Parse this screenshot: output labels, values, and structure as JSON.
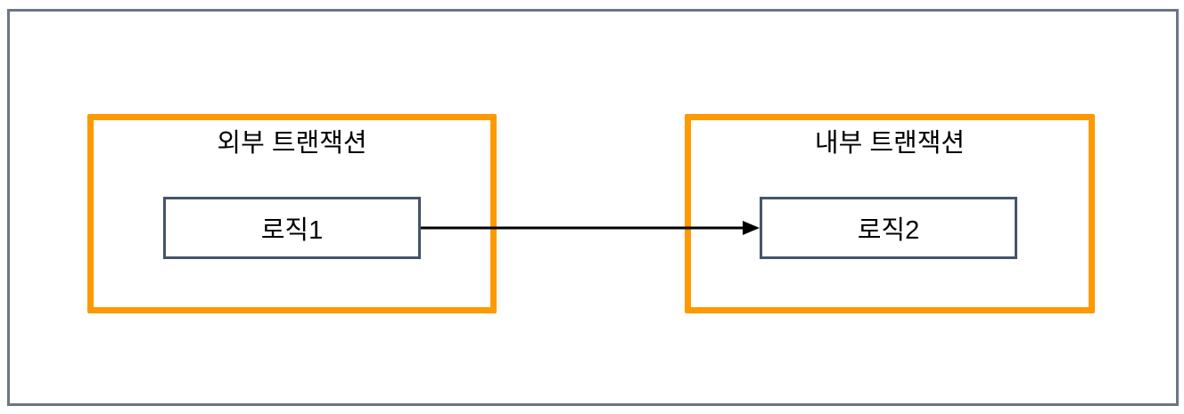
{
  "diagram": {
    "groups": [
      {
        "title": "외부 트랜잭션",
        "node_label": "로직1"
      },
      {
        "title": "내부 트랜잭션",
        "node_label": "로직2"
      }
    ],
    "arrow": {
      "from": "로직1",
      "to": "로직2",
      "direction": "right"
    },
    "colors": {
      "group-border": "#FF9900",
      "node-border": "#44546A",
      "frame-border": "#6B7685",
      "arrow": "#000000",
      "text": "#000000",
      "bg": "#FFFFFF"
    }
  }
}
